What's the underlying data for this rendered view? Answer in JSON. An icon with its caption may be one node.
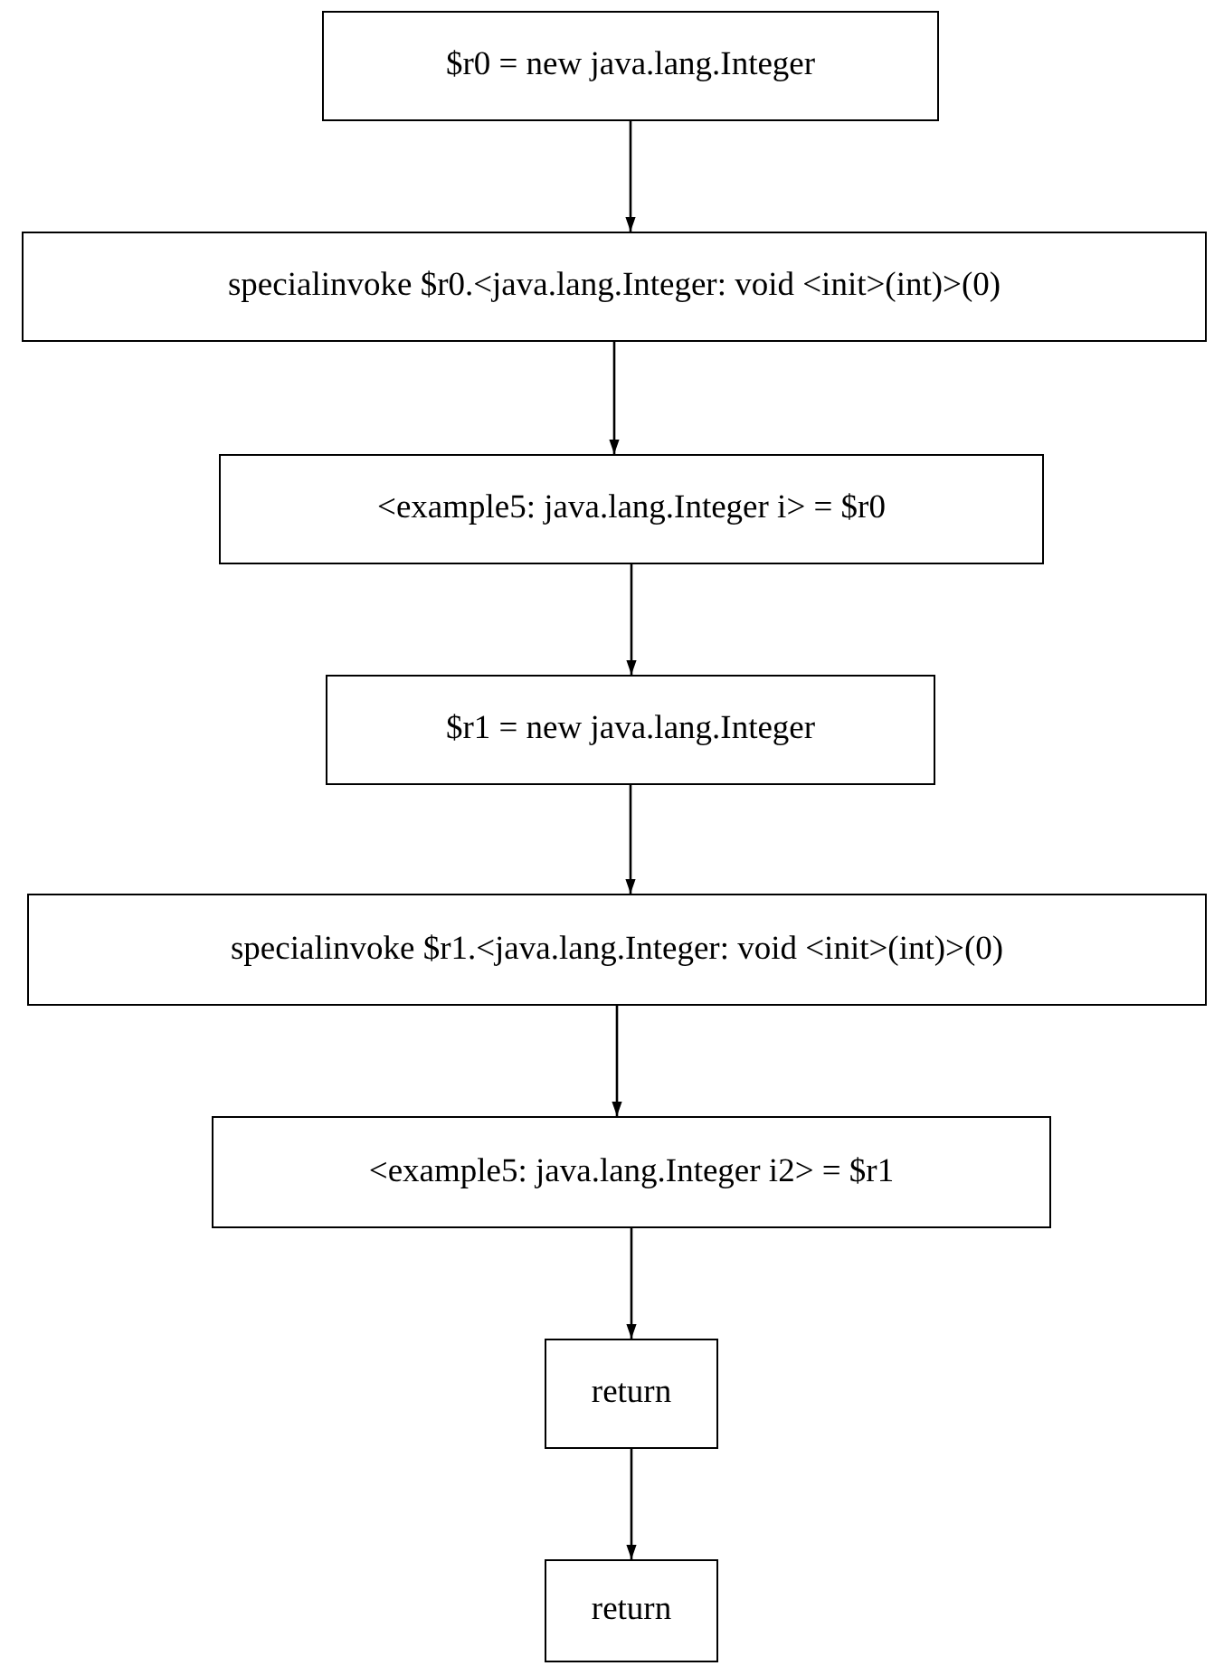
{
  "diagram": {
    "nodes": [
      {
        "text": [
          "$r0 = new java.lang.Integer"
        ]
      },
      {
        "text": [
          "specialinvoke $r0.<java.lang.Integer: void <init>(int)>(0)"
        ]
      },
      {
        "text": [
          "<example5: java.lang.Integer i> = $r0"
        ]
      },
      {
        "text": [
          "$r1 = new java.lang.Integer"
        ]
      },
      {
        "text": [
          "specialinvoke $r1.<java.lang.Integer: void <init>(int)>(0)"
        ]
      },
      {
        "text": [
          "<example5: java.lang.Integer i2> = $r1"
        ]
      },
      {
        "text": [
          "return"
        ]
      },
      {
        "text": [
          "return"
        ]
      }
    ],
    "edges": [
      {
        "from": 0,
        "to": 1,
        "arrow": "to"
      },
      {
        "from": 1,
        "to": 2,
        "arrow": "to"
      },
      {
        "from": 2,
        "to": 3,
        "arrow": "to"
      },
      {
        "from": 3,
        "to": 4,
        "arrow": "to"
      },
      {
        "from": 4,
        "to": 5,
        "arrow": "to"
      },
      {
        "from": 5,
        "to": 6,
        "arrow": "to"
      },
      {
        "from": 6,
        "to": 7,
        "arrow": "to"
      }
    ]
  }
}
